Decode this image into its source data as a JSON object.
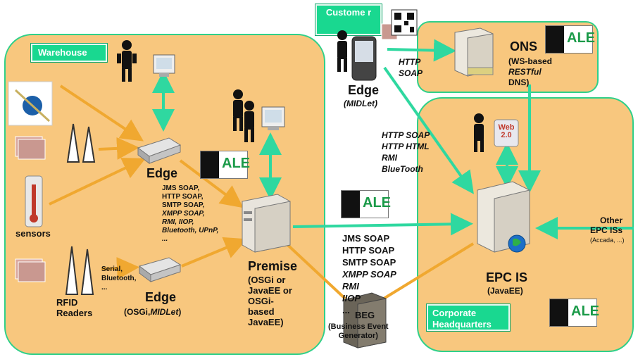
{
  "regions": {
    "warehouse": "Warehouse",
    "customer": "Custome r",
    "corporate": "Corporate Headquarters"
  },
  "ale_label": "ALE",
  "web2_label": "Web 2.0",
  "nodes": {
    "edge_warehouse": "Edge",
    "edge_warehouse_protocols": [
      "JMS SOAP,",
      "HTTP SOAP,",
      "SMTP SOAP,",
      "XMPP SOAP,",
      "RMI, IIOP,",
      "Bluetooth, UPnP,",
      "..."
    ],
    "sensors": "sensors",
    "rfid_readers": [
      "RFID",
      "Readers"
    ],
    "serial_bt": [
      "Serial,",
      "Bluetooth,",
      "..."
    ],
    "edge_bottom": "Edge",
    "edge_bottom_platform_prefix": "(OSGi,",
    "edge_bottom_platform_italic": "MIDLet",
    "edge_bottom_platform_suffix": ")",
    "premise": "Premise",
    "premise_platform": [
      "(OSGi or",
      "JavaEE or",
      "OSGi-",
      "based",
      "JavaEE)"
    ],
    "edge_customer": "Edge",
    "edge_customer_platform": "(MIDLet)",
    "customer_protocols": [
      "HTTP",
      "SOAP"
    ],
    "ons": "ONS",
    "ons_desc_1": "(WS-based",
    "ons_desc_2": "RESTful",
    "ons_desc_3": "DNS)",
    "customer_epc_protocols": [
      "HTTP SOAP",
      "HTTP HTML",
      "RMI",
      "BlueTooth"
    ],
    "premise_epc_protocols": [
      "JMS SOAP",
      "HTTP SOAP",
      "SMTP SOAP",
      "XMPP SOAP",
      "RMI",
      "IIOP",
      "..."
    ],
    "beg": "BEG",
    "beg_desc": [
      "(Business Event",
      "Generator)"
    ],
    "epcis": "EPC IS",
    "epcis_platform": "(JavaEE)",
    "other_epc": [
      "Other",
      "EPC ISs"
    ],
    "other_epc_examples": "(Accada, ...)"
  },
  "colors": {
    "region_fill": "#f8c77e",
    "region_border": "#2fd08a",
    "arrow_teal": "#2fd8a0",
    "arrow_orange": "#f0a830",
    "tag_green": "#19d890"
  }
}
